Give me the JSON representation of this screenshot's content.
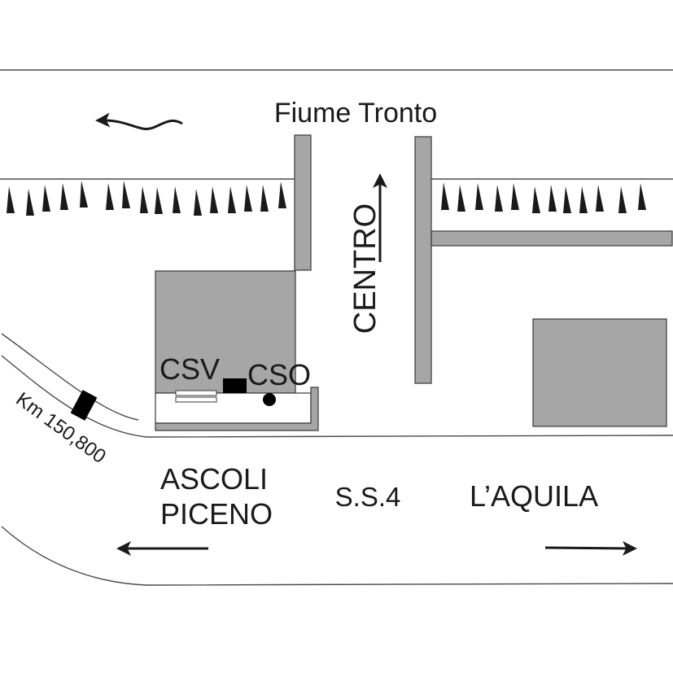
{
  "map": {
    "river_label": "Fiume Tronto",
    "centro_label": "CENTRO",
    "csv_label": "CSV",
    "cso_label": "CSO",
    "km_label": "Km 150,800",
    "road_label": "S.S.4",
    "ascoli_line1": "ASCOLI",
    "ascoli_line2": "PICENO",
    "aquila_label": "L’AQUILA"
  },
  "icons": {
    "river_flow": "curved-arrow-icon",
    "centro_direction": "arrow-up-icon",
    "to_ascoli": "arrow-left-icon",
    "to_aquila": "arrow-right-icon",
    "km_marker": "milestone-marker-icon",
    "cso_station": "dot-marker-icon",
    "csv_station": "square-marker-icon",
    "trees": "tree-icon"
  },
  "colors": {
    "building": "#a6a6a6",
    "line": "#4a4a4a",
    "marker": "#000000"
  }
}
